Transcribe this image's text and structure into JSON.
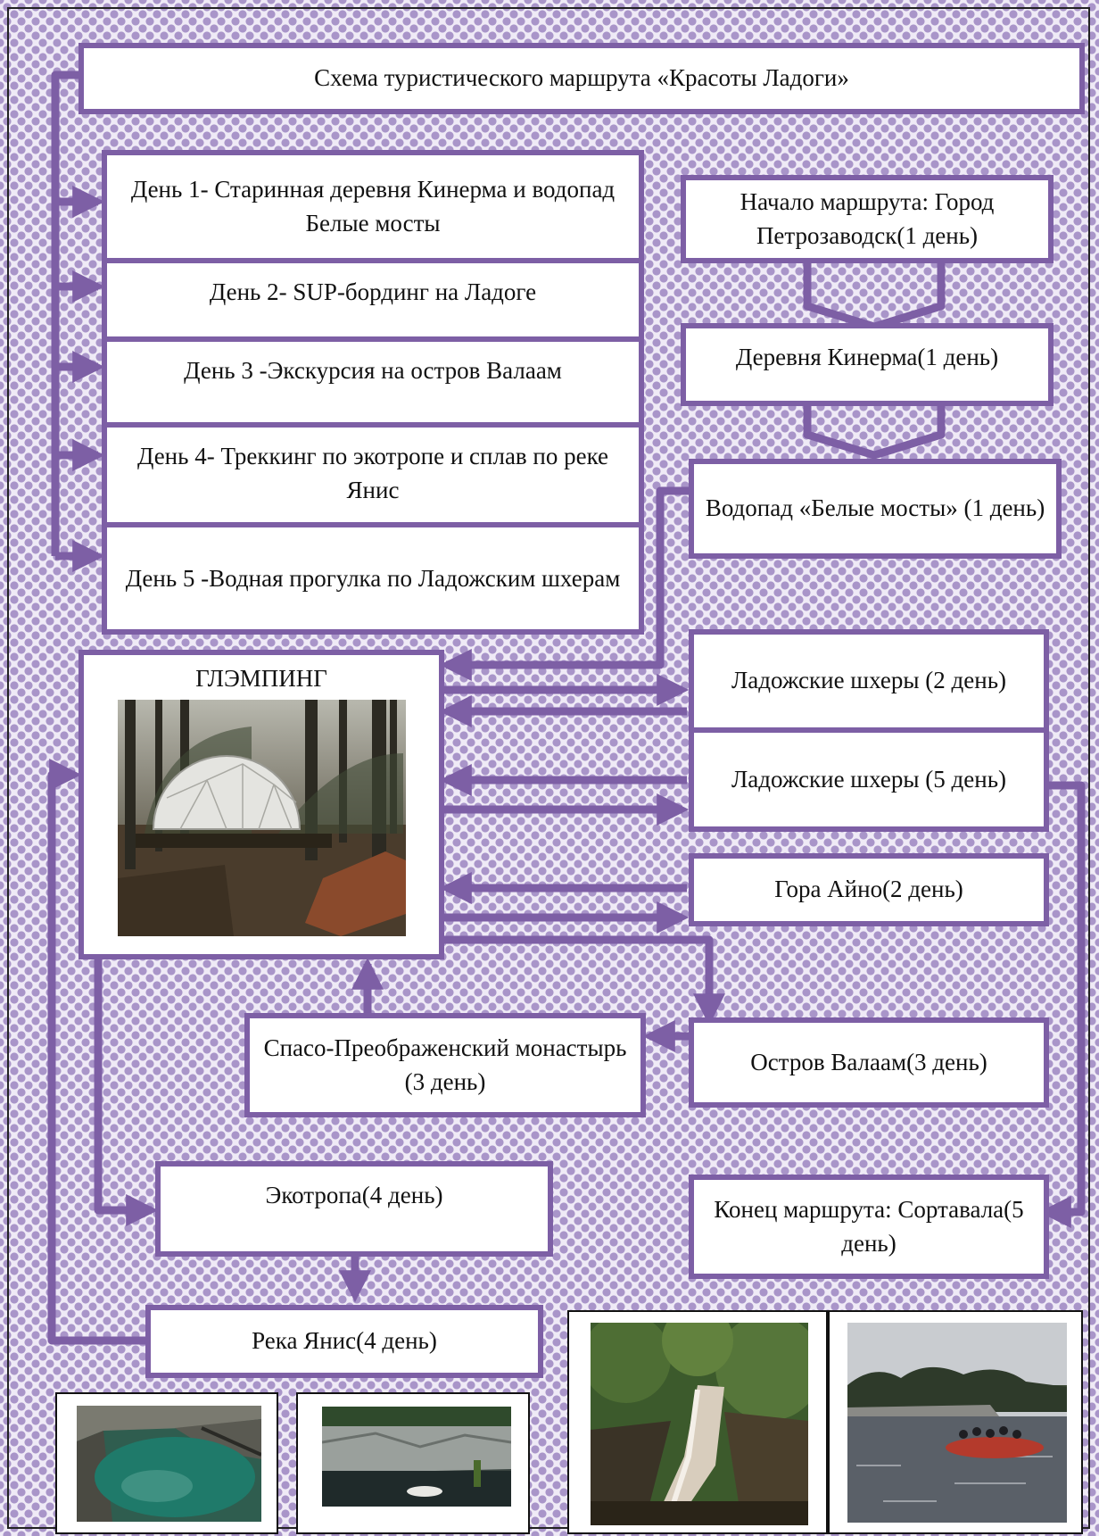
{
  "title": "Схема туристического маршрута «Красоты Ладоги»",
  "days": {
    "day1": "День 1-  Старинная деревня Кинерма и водопад Белые мосты",
    "day2": "День 2-  SUP-бординг на Ладоге",
    "day3": "День 3 -Экскурсия на остров Валаам",
    "day4": "День 4-  Треккинг по экотропе и сплав по реке Янис",
    "day5": "День 5  -Водная прогулка по Ладожским шхерам"
  },
  "route": {
    "start": "Начало маршрута: Город Петрозаводск(1 день)",
    "kinerma": "Деревня Кинерма(1 день)",
    "waterfall": "Водопад «Белые мосты» (1 день)",
    "skerries_day2": "Ладожские шхеры (2 день)",
    "skerries_day5": "Ладожские шхеры (5 день)",
    "aino": "Гора Айно(2 день)",
    "valaam": "Остров Валаам(3 день)",
    "monastery": "Спасо-Преображенский монастырь (3 день)",
    "ecotrail": "Экотропа(4 день)",
    "yanis": "Река Янис(4 день)",
    "end": "Конец маршрута: Сортавала(5 день)"
  },
  "glamping": {
    "title": "ГЛЭМПИНГ"
  },
  "colors": {
    "accent": "#7d5fa5",
    "background_dots": "#a995c9"
  }
}
